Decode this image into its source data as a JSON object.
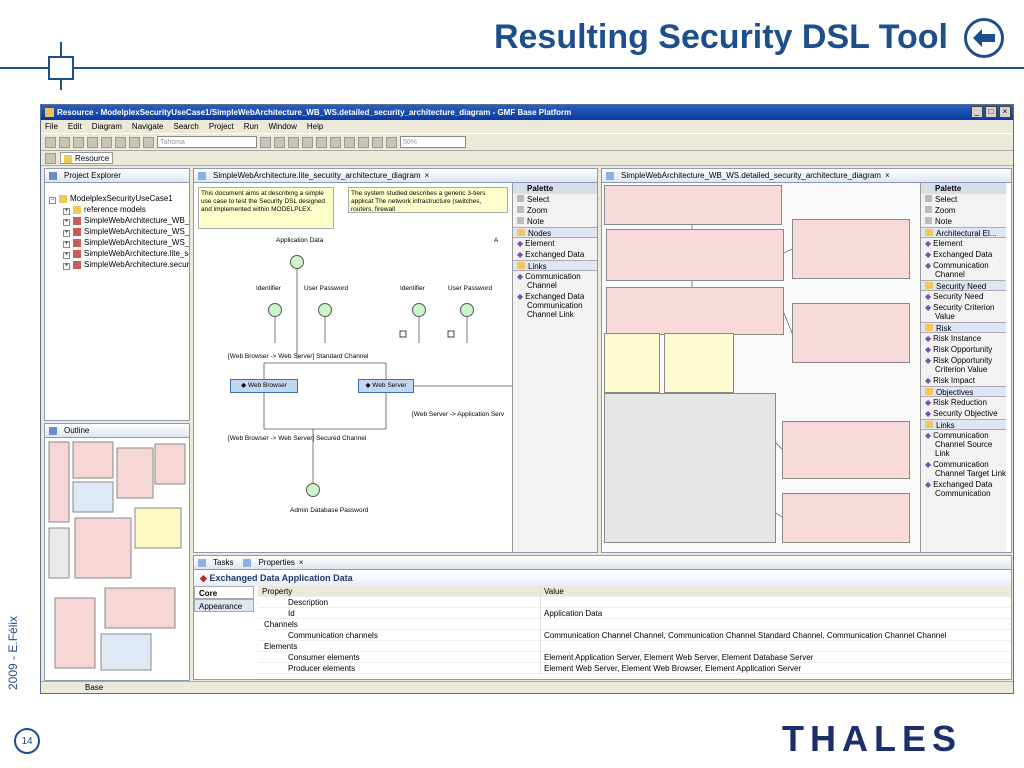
{
  "slide": {
    "title": "Resulting Security DSL Tool",
    "author_label": "2009 - E.Félix",
    "page_number": "14",
    "logo_text": "THALES"
  },
  "window": {
    "title": "Resource - ModelplexSecurityUseCase1/SimpleWebArchitecture_WB_WS.detailed_security_architecture_diagram - GMF Base Platform",
    "menu": [
      "File",
      "Edit",
      "Diagram",
      "Navigate",
      "Search",
      "Project",
      "Run",
      "Window",
      "Help"
    ],
    "font_combo": "Tahoma",
    "zoom_combo": "50%",
    "perspective": "Resource"
  },
  "project_explorer": {
    "tab": "Project Explorer",
    "items": [
      "ModelplexSecurityUseCase1",
      "reference models",
      "SimpleWebArchitecture_WB_W",
      "SimpleWebArchitecture_WS_A",
      "SimpleWebArchitecture_WS_D",
      "SimpleWebArchitecture.lite_se",
      "SimpleWebArchitecture.securit"
    ]
  },
  "outline": {
    "tab": "Outline"
  },
  "editor_left": {
    "tab": "SimpleWebArchitecture.lite_security_architecture_diagram",
    "note1": "This document aims at describing a simple use case to test the Security DSL designed and implemented within MODELPLEX.",
    "note2": "The system studied describes a generic 3-tiers applicat The network infrastructure (switches, routers, firewall",
    "labels": {
      "application_data": "Application Data",
      "a": "A",
      "identifier": "Identifier",
      "user_password": "User Password",
      "standard_channel": "[Web Browser -> Web Server] Standard Channel",
      "web_browser": "Web Browser",
      "web_server": "Web Server",
      "to_app_server": "[Web Server -> Application Serv",
      "secured_channel": "[Web Browser -> Web Server] Secured Channel",
      "admin_db_password": "Admin Database Password"
    }
  },
  "palette_left": {
    "header": "Palette",
    "tools": [
      "Select",
      "Zoom",
      "Note"
    ],
    "drawers": [
      {
        "name": "Nodes",
        "items": [
          "Element",
          "Exchanged Data"
        ]
      },
      {
        "name": "Links",
        "items": [
          "Communication Channel",
          "Exchanged Data Communication Channel Link"
        ]
      }
    ]
  },
  "editor_right": {
    "tab": "SimpleWebArchitecture_WB_WS.detailed_security_architecture_diagram"
  },
  "palette_right": {
    "header": "Palette",
    "tools": [
      "Select",
      "Zoom",
      "Note"
    ],
    "drawers": [
      {
        "name": "Architectural El...",
        "items": [
          "Element",
          "Exchanged Data",
          "Communication Channel"
        ]
      },
      {
        "name": "Security Need",
        "items": [
          "Security Need",
          "Security Criterion Value"
        ]
      },
      {
        "name": "Risk",
        "items": [
          "Risk Instance",
          "Risk Opportunity",
          "Risk Opportunity Criterion Value",
          "Risk Impact"
        ]
      },
      {
        "name": "Objectives",
        "items": [
          "Risk Reduction",
          "Security Objective"
        ]
      },
      {
        "name": "Links",
        "items": [
          "Communication Channel Source Link",
          "Communication Channel Target Link",
          "Exchanged Data Communication"
        ]
      }
    ]
  },
  "properties": {
    "tabs": [
      "Tasks",
      "Properties"
    ],
    "heading": "Exchanged Data Application Data",
    "side_tabs": [
      "Core",
      "Appearance"
    ],
    "col_property": "Property",
    "col_value": "Value",
    "rows": [
      {
        "p": "Description",
        "v": ""
      },
      {
        "p": "Id",
        "v": "Application Data"
      },
      {
        "p": "Channels",
        "v": ""
      },
      {
        "p": "Communication channels",
        "v": "Communication Channel Channel, Communication Channel Standard Channel, Communication Channel Channel"
      },
      {
        "p": "Elements",
        "v": ""
      },
      {
        "p": "Consumer elements",
        "v": "Element Application Server, Element Web Server, Element Database Server"
      },
      {
        "p": "Producer elements",
        "v": "Element Web Server, Element Web Browser, Element Application Server"
      }
    ]
  },
  "status": {
    "text": "Base"
  },
  "colors": {
    "accent": "#1f4e8c",
    "logo": "#1a2f6b",
    "window_title": "#0a3aa0"
  }
}
